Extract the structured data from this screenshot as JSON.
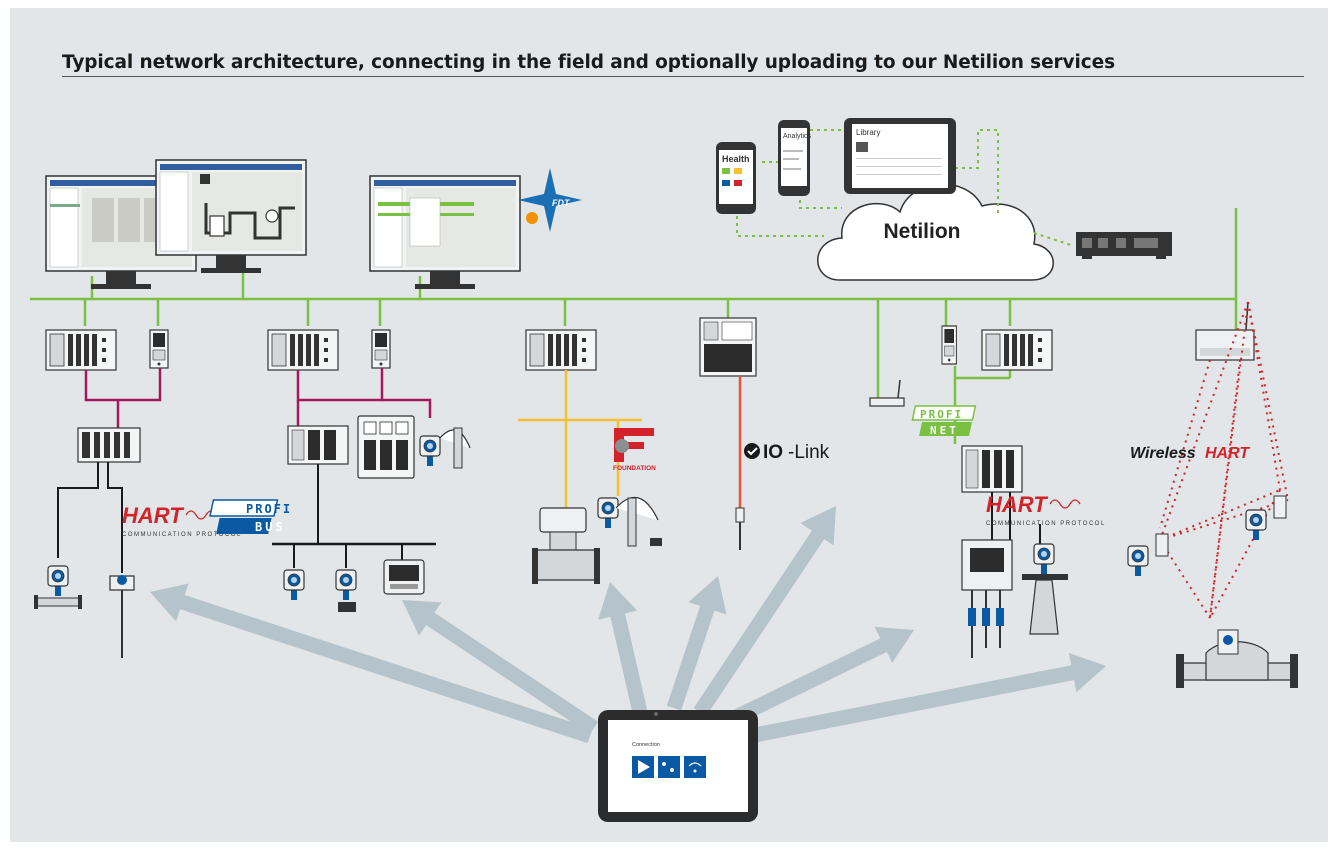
{
  "title": "Typical network architecture, connecting in the field and optionally uploading to our Netilion services",
  "cloud": {
    "label": "Netilion"
  },
  "protocols": {
    "hart_left": {
      "name": "HART",
      "sub": "COMMUNICATION PROTOCOL"
    },
    "hart_right": {
      "name": "HART",
      "sub": "COMMUNICATION PROTOCOL"
    },
    "profibus": {
      "line1": "PROFI",
      "line2": "BUS"
    },
    "profinet": {
      "line1": "PROFI",
      "line2": "NET"
    },
    "foundation": {
      "label": "FOUNDATION"
    },
    "iolink": {
      "prefix": "IO",
      "suffix": "-Link"
    },
    "wirelesshart": {
      "prefix": "Wireless",
      "suffix": "HART"
    },
    "fdt": {
      "label": "FDT"
    }
  },
  "mobile": {
    "phone_left_title": "Health",
    "phone_right_title": "Analytics",
    "tablet_title": "Library"
  },
  "field_tablet": {
    "screen_title": "Connection"
  },
  "colors": {
    "ethernet": "#7ac143",
    "profibus": "#a3195b",
    "foundation": "#f5c12e",
    "iolink": "#e8553b",
    "wireless": "#d2232a",
    "arrow": "#b5c3cb",
    "device_blue": "#0a5aa3"
  }
}
